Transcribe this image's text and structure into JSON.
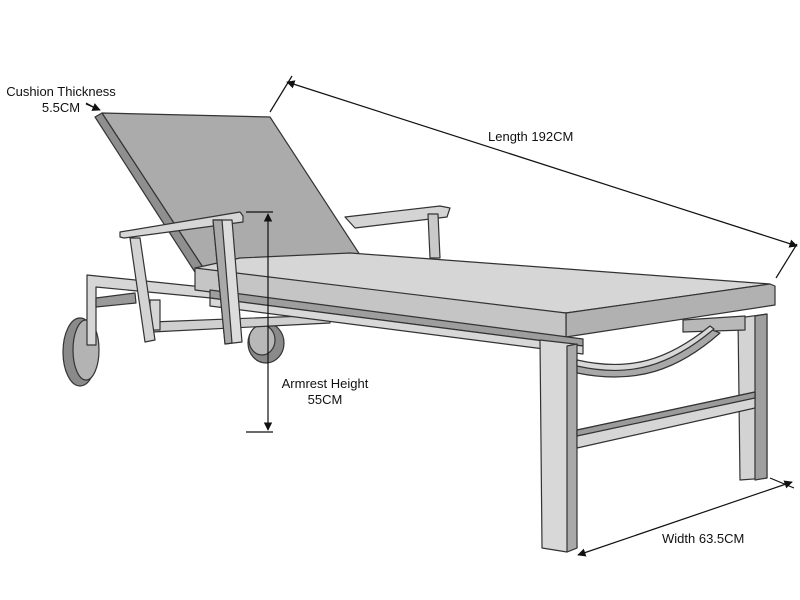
{
  "dimensions": {
    "cushion": {
      "label": "Cushion Thickness",
      "value": "5.5CM"
    },
    "length": {
      "label": "Length 192CM"
    },
    "armrest": {
      "label": "Armrest Height",
      "value": "55CM"
    },
    "width": {
      "label": "Width 63.5CM"
    }
  },
  "colors": {
    "frame_light": "#d6d6d6",
    "frame_dark": "#8d8d8d",
    "cushion_top": "#d2d2d2",
    "cushion_face": "#b3b3b3",
    "backrest": "#a9a9a9",
    "outline": "#333333"
  }
}
